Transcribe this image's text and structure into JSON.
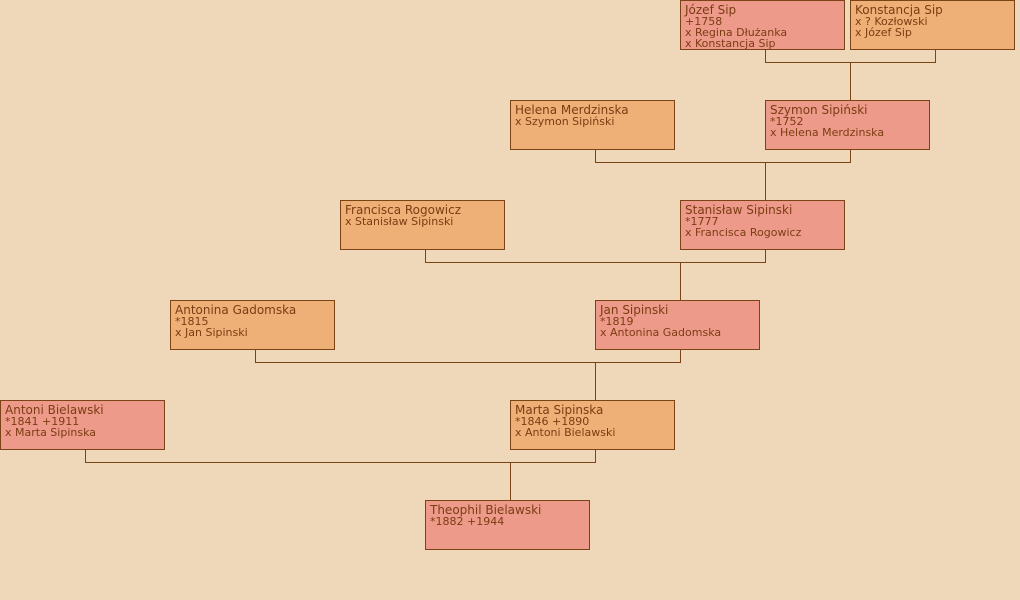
{
  "colors": {
    "background": "#efd8b9",
    "male": "#ee9a8a",
    "female": "#eeb077",
    "border": "#7b4417"
  },
  "persons": [
    {
      "id": "jozef",
      "name": "Józef Sip",
      "lines": [
        "+1758",
        "x Regina Dłużanka",
        "x Konstancja Sip"
      ],
      "sex": "m"
    },
    {
      "id": "konstancja",
      "name": "Konstancja Sip",
      "lines": [
        "x ? Kozłowski",
        "x Józef Sip"
      ],
      "sex": "f"
    },
    {
      "id": "helena",
      "name": "Helena Merdzinska",
      "lines": [
        "x Szymon Sipiński"
      ],
      "sex": "f"
    },
    {
      "id": "szymon",
      "name": "Szymon Sipiński",
      "lines": [
        "*1752",
        "x Helena Merdzinska"
      ],
      "sex": "m"
    },
    {
      "id": "francisca",
      "name": "Francisca Rogowicz",
      "lines": [
        "x Stanisław Sipinski"
      ],
      "sex": "f"
    },
    {
      "id": "stanislaw",
      "name": "Stanisław Sipinski",
      "lines": [
        "*1777",
        "x Francisca Rogowicz"
      ],
      "sex": "m"
    },
    {
      "id": "antonina",
      "name": "Antonina Gadomska",
      "lines": [
        "*1815",
        "x Jan Sipinski"
      ],
      "sex": "f"
    },
    {
      "id": "jan",
      "name": "Jan Sipinski",
      "lines": [
        "*1819",
        "x Antonina Gadomska"
      ],
      "sex": "m"
    },
    {
      "id": "antoni",
      "name": "Antoni Bielawski",
      "lines": [
        "*1841 +1911",
        "x Marta Sipinska"
      ],
      "sex": "m"
    },
    {
      "id": "marta",
      "name": "Marta Sipinska",
      "lines": [
        "*1846 +1890",
        "x Antoni Bielawski"
      ],
      "sex": "f"
    },
    {
      "id": "theophil",
      "name": "Theophil Bielawski",
      "lines": [
        "*1882 +1944"
      ],
      "sex": "m"
    }
  ]
}
